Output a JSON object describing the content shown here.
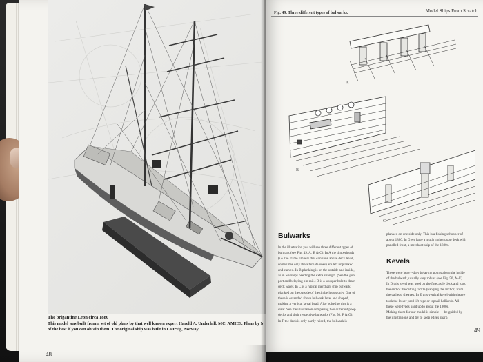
{
  "left_page": {
    "caption_title": "The brigantine Leon circa 1880",
    "caption_lines": [
      "This model was built from a set of old plans by that well known expert Harold A. Underhill, MC, AMIES. Plans by Mr. Underhill are",
      "of the best if you can obtain them. The original ship was built in Laurvig, Norway."
    ],
    "page_number": "48"
  },
  "right_page": {
    "running_head": "Model Ships From Scratch",
    "figure_caption": "Fig. 49. Three different types of bulwarks.",
    "figure_letters": [
      "A",
      "B",
      "C"
    ],
    "page_number": "49",
    "sections": [
      {
        "heading": "Bulwarks",
        "lines": [
          "In the illustration you will see three different types of",
          "bulwark (see Fig. 49, A, B & C). In A the timberheads",
          "(i.e. the frame timbers that continue above deck level,",
          "sometimes only the alternate ones) are left unplanked",
          "and carved. In B planking is on the outside and inside,",
          "as in warships needing the extra strength. (See the gun",
          "port and belaying pin rail.) D is a scupper hole to drain",
          "deck water. In C is a typical merchant ship bulwark,",
          "planked on the outside of the timberheads only. One of",
          "these is extended above bulwark level and shaped,",
          "making a vertical keval head. Also bolted to this is a",
          "cleat. See the illustration comparing two different poop",
          "decks and their respective bulwarks (Fig. 50, F & G).",
          "In F the deck is only partly raised, the bulwark is"
        ]
      },
      {
        "intro_lines": [
          "planked on one side only. This is a fishing schooner of",
          "about 1880. In G we have a much higher poop deck with",
          "panelled front, a merchant ship of the 1880s."
        ],
        "heading": "Kevels",
        "lines": [
          "These were heavy-duty belaying points along the inside",
          "of the bulwark, usually very robust (see Fig. 50, A–E).",
          "In D this kevel was used on the forecastle deck and took",
          "the end of the catting tackle (hanging the anchor) from",
          "the cathead sheaves. In E this vertical kevel with sheave",
          "took the lower yard lift rope or topsail halliards. All",
          "these were types used up to about the 1800s.",
          "    Making them for our model is simple — be guided by",
          "the illustrations and try to keep edges sharp."
        ]
      }
    ]
  },
  "colors": {
    "page": "#f4f3ef",
    "ink": "#222222",
    "background": "#1c1c1c"
  }
}
